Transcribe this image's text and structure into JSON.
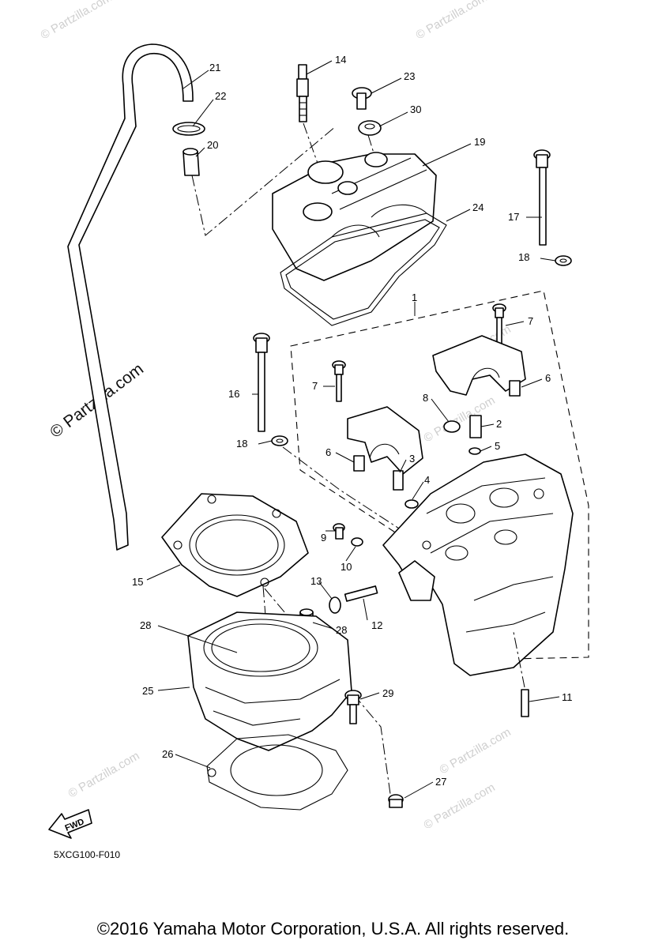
{
  "watermarks": {
    "main": "© Partzilla.com",
    "faint_1": "© Partzilla.com",
    "faint_2": "© Partzilla.com",
    "faint_3": "© Partzilla.com",
    "faint_4": "© Partzilla.com",
    "faint_5": "© Partzilla.com",
    "faint_6": "© Partzilla.com",
    "faint_7": "© Partzilla.com"
  },
  "callouts": {
    "c1": "1",
    "c2": "2",
    "c3": "3",
    "c4": "4",
    "c5": "5",
    "c6a": "6",
    "c6b": "6",
    "c7a": "7",
    "c7b": "7",
    "c8": "8",
    "c9": "9",
    "c10": "10",
    "c11": "11",
    "c12": "12",
    "c13": "13",
    "c14": "14",
    "c15": "15",
    "c16": "16",
    "c17": "17",
    "c18a": "18",
    "c18b": "18",
    "c19": "19",
    "c20": "20",
    "c21": "21",
    "c22": "22",
    "c23": "23",
    "c24": "24",
    "c25": "25",
    "c26": "26",
    "c27": "27",
    "c28a": "28",
    "c28b": "28",
    "c29": "29",
    "c30": "30"
  },
  "fwd_label": "FWD",
  "diagram_code": "5XCG100-F010",
  "copyright": "©2016 Yamaha Motor Corporation, U.S.A. All rights reserved."
}
